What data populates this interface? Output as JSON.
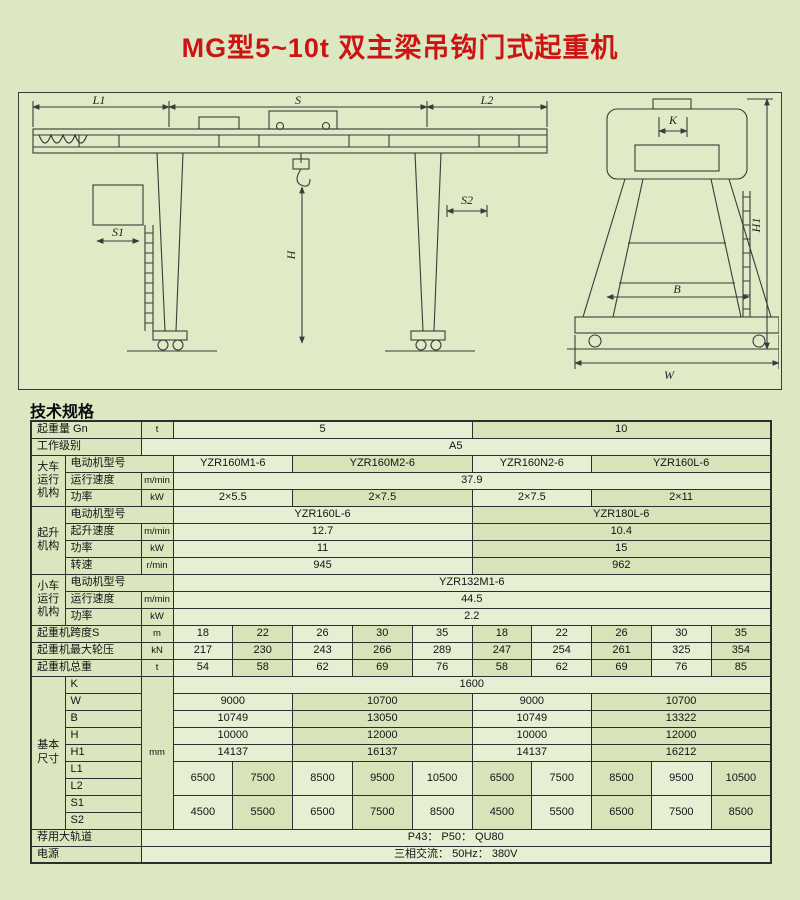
{
  "title": "MG型5~10t 双主梁吊钩门式起重机",
  "section_heading": "技术规格",
  "colors": {
    "title_red": "#cc1414",
    "page_background": "#dce8c2",
    "table_border": "#2e2e2e"
  },
  "drawing": {
    "labels": {
      "L1": "L1",
      "S": "S",
      "L2": "L2",
      "S1": "S1",
      "S2": "S2",
      "H": "H",
      "K": "K",
      "H1": "H1",
      "B": "B",
      "W": "W"
    }
  },
  "spec_table": {
    "rows": [
      [
        {
          "t": "起重量 Gn",
          "cs": 2,
          "cls": "lbl"
        },
        {
          "t": "t",
          "cls": "unit"
        },
        {
          "t": "5",
          "cs": 5
        },
        {
          "t": "10",
          "cs": 5
        }
      ],
      [
        {
          "t": "工作级别",
          "cs": 2,
          "cls": "lbl"
        },
        {
          "t": "A5",
          "cs": 11
        }
      ],
      [
        {
          "t": "大车运行机构",
          "rs": 3,
          "cls": "grp"
        },
        {
          "t": "电动机型号",
          "cs": 2,
          "cls": "lbl"
        },
        {
          "t": "YZR160M1-6",
          "cs": 2
        },
        {
          "t": "YZR160M2-6",
          "cs": 3
        },
        {
          "t": "YZR160N2-6",
          "cs": 2
        },
        {
          "t": "YZR160L-6",
          "cs": 3
        }
      ],
      [
        {
          "t": "运行速度",
          "cls": "lbl"
        },
        {
          "t": "m/min",
          "cls": "unit"
        },
        {
          "t": "37.9",
          "cs": 10
        }
      ],
      [
        {
          "t": "功率",
          "cls": "lbl"
        },
        {
          "t": "kW",
          "cls": "unit"
        },
        {
          "t": "2×5.5",
          "cs": 2
        },
        {
          "t": "2×7.5",
          "cs": 3
        },
        {
          "t": "2×7.5",
          "cs": 2
        },
        {
          "t": "2×11",
          "cs": 3
        }
      ],
      [
        {
          "t": "起升机构",
          "rs": 4,
          "cls": "grp"
        },
        {
          "t": "电动机型号",
          "cs": 2,
          "cls": "lbl"
        },
        {
          "t": "YZR160L-6",
          "cs": 5
        },
        {
          "t": "YZR180L-6",
          "cs": 5
        }
      ],
      [
        {
          "t": "起升速度",
          "cls": "lbl"
        },
        {
          "t": "m/min",
          "cls": "unit"
        },
        {
          "t": "12.7",
          "cs": 5
        },
        {
          "t": "10.4",
          "cs": 5
        }
      ],
      [
        {
          "t": "功率",
          "cls": "lbl"
        },
        {
          "t": "kW",
          "cls": "unit"
        },
        {
          "t": "11",
          "cs": 5
        },
        {
          "t": "15",
          "cs": 5
        }
      ],
      [
        {
          "t": "转速",
          "cls": "lbl"
        },
        {
          "t": "r/min",
          "cls": "unit"
        },
        {
          "t": "945",
          "cs": 5
        },
        {
          "t": "962",
          "cs": 5
        }
      ],
      [
        {
          "t": "小车运行机构",
          "rs": 3,
          "cls": "grp"
        },
        {
          "t": "电动机型号",
          "cs": 2,
          "cls": "lbl"
        },
        {
          "t": "YZR132M1-6",
          "cs": 10
        }
      ],
      [
        {
          "t": "运行速度",
          "cls": "lbl"
        },
        {
          "t": "m/min",
          "cls": "unit"
        },
        {
          "t": "44.5",
          "cs": 10
        }
      ],
      [
        {
          "t": "功率",
          "cls": "lbl"
        },
        {
          "t": "kW",
          "cls": "unit"
        },
        {
          "t": "2.2",
          "cs": 10
        }
      ],
      [
        {
          "t": "起重机跨度S",
          "cs": 2,
          "cls": "lbl"
        },
        {
          "t": "m",
          "cls": "unit"
        },
        {
          "t": "18"
        },
        {
          "t": "22"
        },
        {
          "t": "26"
        },
        {
          "t": "30"
        },
        {
          "t": "35"
        },
        {
          "t": "18"
        },
        {
          "t": "22"
        },
        {
          "t": "26"
        },
        {
          "t": "30"
        },
        {
          "t": "35"
        }
      ],
      [
        {
          "t": "起重机最大轮压",
          "cs": 2,
          "cls": "lbl"
        },
        {
          "t": "kN",
          "cls": "unit"
        },
        {
          "t": "217"
        },
        {
          "t": "230"
        },
        {
          "t": "243"
        },
        {
          "t": "266"
        },
        {
          "t": "289"
        },
        {
          "t": "247"
        },
        {
          "t": "254"
        },
        {
          "t": "261"
        },
        {
          "t": "325"
        },
        {
          "t": "354"
        }
      ],
      [
        {
          "t": "起重机总重",
          "cs": 2,
          "cls": "lbl"
        },
        {
          "t": "t",
          "cls": "unit"
        },
        {
          "t": "54"
        },
        {
          "t": "58"
        },
        {
          "t": "62"
        },
        {
          "t": "69"
        },
        {
          "t": "76"
        },
        {
          "t": "58"
        },
        {
          "t": "62"
        },
        {
          "t": "69"
        },
        {
          "t": "76"
        },
        {
          "t": "85"
        }
      ],
      [
        {
          "t": "基本尺寸",
          "rs": 9,
          "cls": "grp"
        },
        {
          "t": "K",
          "cls": "lbl"
        },
        {
          "t": "mm",
          "rs": 9,
          "cls": "unit"
        },
        {
          "t": "1600",
          "cs": 10
        }
      ],
      [
        {
          "t": "W",
          "cls": "lbl"
        },
        {
          "t": "9000",
          "cs": 2
        },
        {
          "t": "10700",
          "cs": 3
        },
        {
          "t": "9000",
          "cs": 2
        },
        {
          "t": "10700",
          "cs": 3
        }
      ],
      [
        {
          "t": "B",
          "cls": "lbl"
        },
        {
          "t": "10749",
          "cs": 2
        },
        {
          "t": "13050",
          "cs": 3
        },
        {
          "t": "10749",
          "cs": 2
        },
        {
          "t": "13322",
          "cs": 3
        }
      ],
      [
        {
          "t": "H",
          "cls": "lbl"
        },
        {
          "t": "10000",
          "cs": 2
        },
        {
          "t": "12000",
          "cs": 3
        },
        {
          "t": "10000",
          "cs": 2
        },
        {
          "t": "12000",
          "cs": 3
        }
      ],
      [
        {
          "t": "H1",
          "cls": "lbl"
        },
        {
          "t": "14137",
          "cs": 2
        },
        {
          "t": "16137",
          "cs": 3
        },
        {
          "t": "14137",
          "cs": 2
        },
        {
          "t": "16212",
          "cs": 3
        }
      ],
      [
        {
          "t": "L1",
          "cls": "lbl"
        },
        {
          "t": "6500",
          "rs": 2
        },
        {
          "t": "7500",
          "rs": 2
        },
        {
          "t": "8500",
          "rs": 2
        },
        {
          "t": "9500",
          "rs": 2
        },
        {
          "t": "10500",
          "rs": 2
        },
        {
          "t": "6500",
          "rs": 2
        },
        {
          "t": "7500",
          "rs": 2
        },
        {
          "t": "8500",
          "rs": 2
        },
        {
          "t": "9500",
          "rs": 2
        },
        {
          "t": "10500",
          "rs": 2
        }
      ],
      [
        {
          "t": "L2",
          "cls": "lbl"
        }
      ],
      [
        {
          "t": "S1",
          "cls": "lbl"
        },
        {
          "t": "4500",
          "rs": 2
        },
        {
          "t": "5500",
          "rs": 2
        },
        {
          "t": "6500",
          "rs": 2
        },
        {
          "t": "7500",
          "rs": 2
        },
        {
          "t": "8500",
          "rs": 2
        },
        {
          "t": "4500",
          "rs": 2
        },
        {
          "t": "5500",
          "rs": 2
        },
        {
          "t": "6500",
          "rs": 2
        },
        {
          "t": "7500",
          "rs": 2
        },
        {
          "t": "8500",
          "rs": 2
        }
      ],
      [
        {
          "t": "S2",
          "cls": "lbl"
        }
      ],
      [
        {
          "t": "荐用大轨道",
          "cs": 2,
          "cls": "lbl"
        },
        {
          "t": "P43：  P50：  QU80",
          "cs": 11
        }
      ],
      [
        {
          "t": "电源",
          "cs": 2,
          "cls": "lbl"
        },
        {
          "t": "三相交流：  50Hz：  380V",
          "cs": 11
        }
      ]
    ]
  }
}
